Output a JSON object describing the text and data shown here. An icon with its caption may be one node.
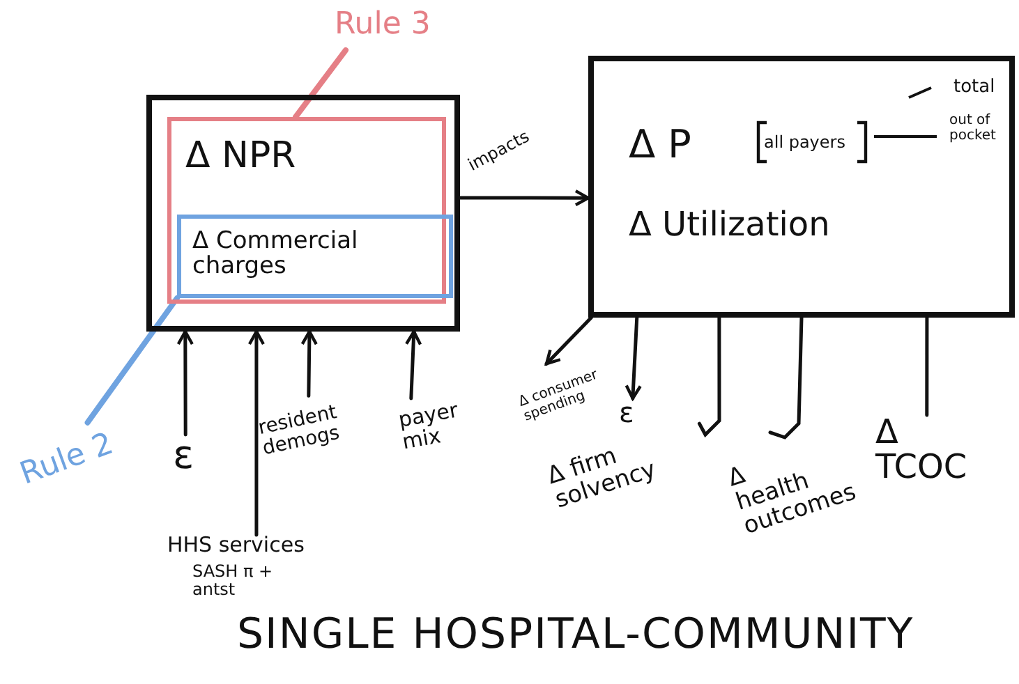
{
  "diagram": {
    "caption": "SINGLE HOSPITAL-COMMUNITY",
    "nodes": [
      {
        "text": [],
        "shape": "box"
      },
      {
        "text": [
          "Δ NPR"
        ],
        "in": 0
      },
      {
        "text": [
          "Δ Commercial charges"
        ],
        "in": 1
      },
      {
        "text": [
          "Rule 3"
        ]
      },
      {
        "text": [
          "Rule 2"
        ]
      },
      {
        "text": [
          "Δ P",
          "all payers",
          "total",
          "out of pocket",
          "Δ Utilization"
        ]
      },
      {
        "text": [
          "ε"
        ]
      },
      {
        "text": [
          "HHS services",
          "SASH π + antst"
        ]
      },
      {
        "text": [
          "resident demogs"
        ]
      },
      {
        "text": [
          "payer mix"
        ]
      },
      {
        "text": [
          "Δ consumer spending"
        ]
      },
      {
        "text": [
          "ε"
        ]
      },
      {
        "text": [
          "Δ firm solvency"
        ]
      },
      {
        "text": [
          "Δ health outcomes"
        ]
      },
      {
        "text": [
          "Δ TCOC"
        ]
      }
    ],
    "edges": [
      {
        "from": 3,
        "to": 1,
        "arrow": "none",
        "color": "#e57f86"
      },
      {
        "from": 4,
        "to": 2,
        "arrow": "none",
        "color": "#6fa3e0"
      },
      {
        "from": 6,
        "to": 0,
        "arrow": "to"
      },
      {
        "from": 7,
        "to": 0,
        "arrow": "to"
      },
      {
        "from": 8,
        "to": 0,
        "arrow": "to"
      },
      {
        "from": 9,
        "to": 0,
        "arrow": "to"
      },
      {
        "from": 0,
        "to": 5,
        "arrow": "to",
        "label": "impacts"
      },
      {
        "from": 5,
        "to": 10,
        "arrow": "to"
      },
      {
        "from": 5,
        "to": 11,
        "arrow": "to"
      },
      {
        "from": 5,
        "to": 12,
        "arrow": "none"
      },
      {
        "from": 5,
        "to": 13,
        "arrow": "none"
      },
      {
        "from": 5,
        "to": 14,
        "arrow": "none"
      }
    ]
  }
}
